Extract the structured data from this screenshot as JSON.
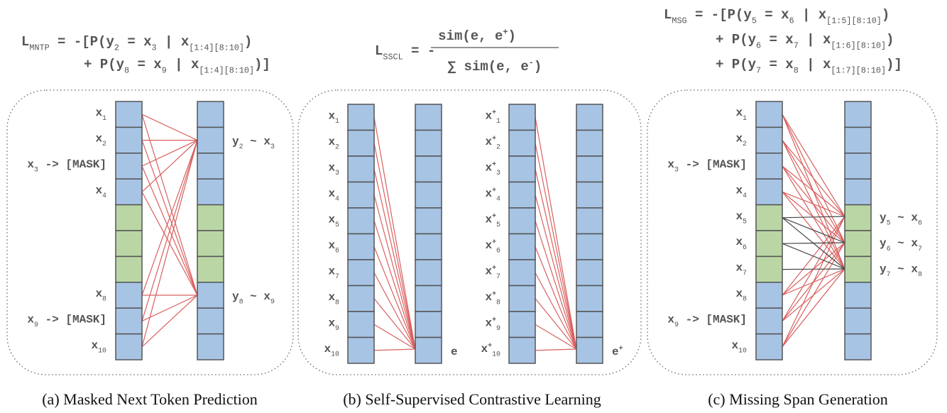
{
  "colors": {
    "blue": "#a7c4e5",
    "green": "#bad6a5",
    "border": "#555555",
    "red_line": "#d9605f",
    "dark_line": "#444444",
    "text": "#555555"
  },
  "panels": [
    {
      "caption": "(a) Masked Next Token Prediction",
      "formula": {
        "lhs": "L",
        "lhs_sub": "MNTP",
        "lines": [
          {
            "prefix": "= -[P(y",
            "y_sub": "2",
            "mid": "= x",
            "x_sub": "3",
            "cond": "| x",
            "cond_sub": "[1:4][8:10]",
            "end": ")"
          },
          {
            "prefix": "+ P(y",
            "y_sub": "8",
            "mid": "= x",
            "x_sub": "9",
            "cond": "| x",
            "cond_sub": "[1:4][8:10]",
            "end": ")]"
          }
        ]
      },
      "input_labels": [
        {
          "base": "x",
          "sub": "1",
          "suffix": ""
        },
        {
          "base": "x",
          "sub": "2",
          "suffix": ""
        },
        {
          "base": "x",
          "sub": "3",
          "suffix": " -> [MASK]"
        },
        {
          "base": "x",
          "sub": "4",
          "suffix": ""
        },
        {
          "base": "x",
          "sub": "8",
          "suffix": ""
        },
        {
          "base": "x",
          "sub": "9",
          "suffix": " -> [MASK]"
        },
        {
          "base": "x",
          "sub": "10",
          "suffix": ""
        }
      ],
      "output_labels": [
        {
          "y": "y",
          "y_sub": "2",
          "rel": " ~ x",
          "x_sub": "3"
        },
        {
          "y": "y",
          "y_sub": "8",
          "rel": " ~ x",
          "x_sub": "9"
        }
      ]
    },
    {
      "caption": "(b) Self-Supervised Contrastive Learning",
      "formula": {
        "lhs": "L",
        "lhs_sub": "SSCL",
        "eq": "= -",
        "numerator": "sim(e, e",
        "num_sup": "+",
        "denominator": "∑ sim(e, e",
        "den_sup": "-",
        "close": ")"
      },
      "input_labels": [
        "1",
        "2",
        "3",
        "4",
        "5",
        "6",
        "7",
        "8",
        "9",
        "10"
      ],
      "output_label": "e",
      "pos_output_label": "e",
      "pos_sup": "+"
    },
    {
      "caption": "(c) Missing Span Generation",
      "formula": {
        "lhs": "L",
        "lhs_sub": "MSG",
        "lines": [
          {
            "prefix": "= -[P(y",
            "y_sub": "5",
            "mid": "= x",
            "x_sub": "6",
            "cond": "| x",
            "cond_sub": "[1:5][8:10]",
            "end": ")"
          },
          {
            "prefix": "+ P(y",
            "y_sub": "6",
            "mid": "= x",
            "x_sub": "7",
            "cond": "| x",
            "cond_sub": "[1:6][8:10]",
            "end": ")"
          },
          {
            "prefix": "+ P(y",
            "y_sub": "7",
            "mid": "= x",
            "x_sub": "8",
            "cond": "| x",
            "cond_sub": "[1:7][8:10]",
            "end": ")]"
          }
        ]
      },
      "input_labels": [
        {
          "base": "x",
          "sub": "1",
          "suffix": ""
        },
        {
          "base": "x",
          "sub": "2",
          "suffix": ""
        },
        {
          "base": "x",
          "sub": "3",
          "suffix": " -> [MASK]"
        },
        {
          "base": "x",
          "sub": "4",
          "suffix": ""
        },
        {
          "base": "x",
          "sub": "5",
          "suffix": ""
        },
        {
          "base": "x",
          "sub": "6",
          "suffix": ""
        },
        {
          "base": "x",
          "sub": "7",
          "suffix": ""
        },
        {
          "base": "x",
          "sub": "8",
          "suffix": ""
        },
        {
          "base": "x",
          "sub": "9",
          "suffix": " -> [MASK]"
        },
        {
          "base": "x",
          "sub": "10",
          "suffix": ""
        }
      ],
      "output_labels": [
        {
          "y": "y",
          "y_sub": "5",
          "rel": " ~ x",
          "x_sub": "6"
        },
        {
          "y": "y",
          "y_sub": "6",
          "rel": " ~ x",
          "x_sub": "7"
        },
        {
          "y": "y",
          "y_sub": "7",
          "rel": " ~ x",
          "x_sub": "8"
        }
      ]
    }
  ]
}
